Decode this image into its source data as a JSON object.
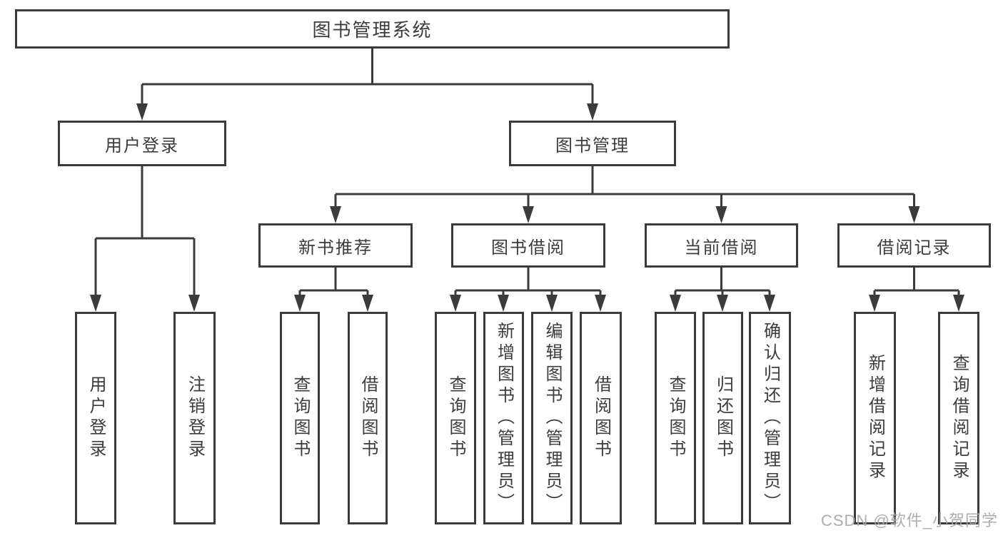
{
  "diagram": {
    "root": {
      "label": "图书管理系统",
      "children": [
        {
          "label": "用户登录",
          "children": [
            {
              "label": "用户登录"
            },
            {
              "label": "注销登录"
            }
          ]
        },
        {
          "label": "图书管理",
          "children": [
            {
              "label": "新书推荐",
              "children": [
                {
                  "label": "查询图书"
                },
                {
                  "label": "借阅图书"
                }
              ]
            },
            {
              "label": "图书借阅",
              "children": [
                {
                  "label": "查询图书"
                },
                {
                  "label": "新增图书（管理员）"
                },
                {
                  "label": "编辑图书（管理员）"
                },
                {
                  "label": "借阅图书"
                }
              ]
            },
            {
              "label": "当前借阅",
              "children": [
                {
                  "label": "查询图书"
                },
                {
                  "label": "归还图书"
                },
                {
                  "label": "确认归还（管理员）"
                }
              ]
            },
            {
              "label": "借阅记录",
              "children": [
                {
                  "label": "新增借阅记录"
                },
                {
                  "label": "查询借阅记录"
                }
              ]
            }
          ]
        }
      ]
    }
  },
  "watermark": {
    "text": "CSDN @软件_小贺同学"
  },
  "colors": {
    "line": "#3b3b3b",
    "text": "#3c3c3c",
    "watermark": "#a8a8a8",
    "background": "#ffffff"
  }
}
